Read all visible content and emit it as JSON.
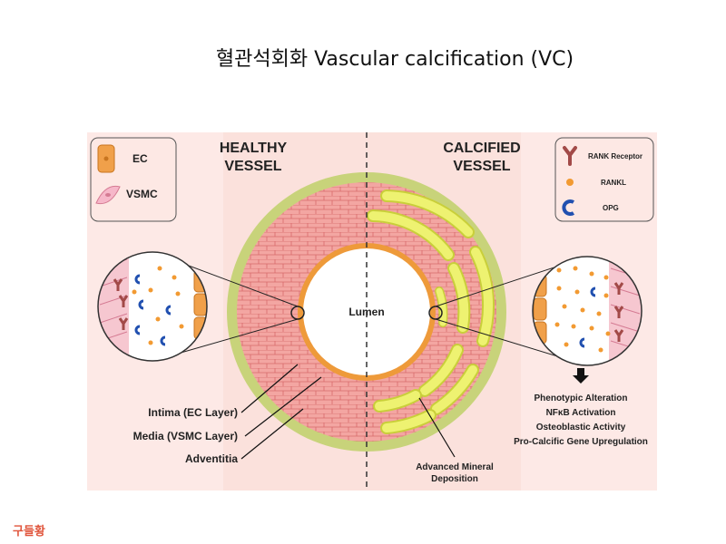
{
  "title": "혈관석회화 Vascular calcification (VC)",
  "author": "구들황",
  "figure": {
    "healthy_heading": [
      "HEALTHY",
      "VESSEL"
    ],
    "calcified_heading": [
      "CALCIFIED",
      "VESSEL"
    ],
    "lumen": "Lumen",
    "legend_left": [
      {
        "icon": "ec-cell-icon",
        "label": "EC"
      },
      {
        "icon": "vsmc-cell-icon",
        "label": "VSMC"
      }
    ],
    "legend_right": [
      {
        "icon": "rank-receptor-icon",
        "label": "RANK Receptor"
      },
      {
        "icon": "rankl-dot-icon",
        "label": "RANKL"
      },
      {
        "icon": "opg-crescent-icon",
        "label": "OPG"
      }
    ],
    "layer_labels": [
      "Intima (EC Layer)",
      "Media (VSMC Layer)",
      "Adventitia"
    ],
    "deposition_label": [
      "Advanced Mineral",
      "Deposition"
    ],
    "effects": [
      "Phenotypic Alteration",
      "NFκB Activation",
      "Osteoblastic Activity",
      "Pro-Calcific Gene Upregulation"
    ],
    "colors": {
      "background": "#fbe1dc",
      "adventitia": "#c8d37a",
      "media": "#f2a4a0",
      "brick_line": "#d86a6a",
      "intima": "#ee9a3a",
      "deposit": "#eef271",
      "deposit_edge": "#c9cf3a",
      "receptor": "#a24a48",
      "rankl": "#f29a32",
      "opg": "#2150b0"
    }
  }
}
